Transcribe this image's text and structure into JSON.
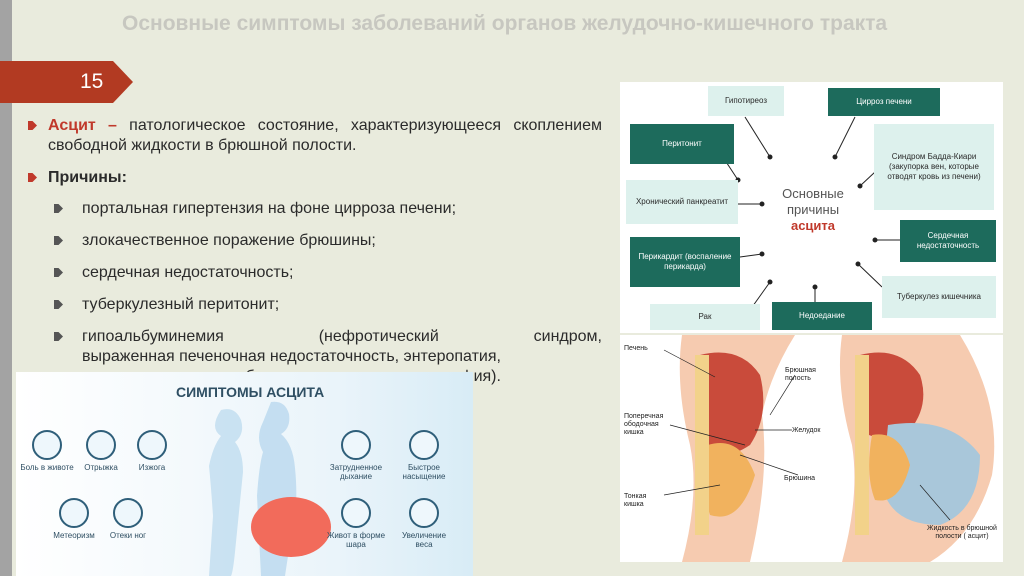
{
  "slide": {
    "title": "Основные симптомы заболеваний органов желудочно-кишечного тракта",
    "number": "15"
  },
  "text": {
    "ascites_term": "Асцит –",
    "ascites_def": " патологическое состояние, характеризующееся скоплением свободной жидкости в брюшной полости.",
    "causes_heading": "Причины:",
    "causes": [
      "портальная гипертензия на фоне цирроза печени;",
      "злокачественное поражение брюшины;",
      "сердечная недостаточность;",
      "туберкулезный перитонит;"
    ],
    "hypo_words": [
      "гипоальбуминемия",
      "(нефротический",
      "синдром,"
    ],
    "hypo_line2": "выраженная печеночная недостаточность, энтеропатия,",
    "hypo_line3": "приводящая к потере белка, алиментарная дистрофия)."
  },
  "symptoms_panel": {
    "title": "СИМПТОМЫ АСЦИТА",
    "items": [
      {
        "label": "Боль в животе",
        "icon": "pain-icon"
      },
      {
        "label": "Отрыжка",
        "icon": "burp-icon"
      },
      {
        "label": "Изжога",
        "icon": "heartburn-icon"
      },
      {
        "label": "Метеоризм",
        "icon": "bloating-icon"
      },
      {
        "label": "Отеки ног",
        "icon": "swollen-legs-icon"
      },
      {
        "label": "Затрудненное дыхание",
        "icon": "breathing-icon"
      },
      {
        "label": "Быстрое насыщение",
        "icon": "satiety-icon"
      },
      {
        "label": "Живот в форме шара",
        "icon": "round-belly-icon"
      },
      {
        "label": "Увеличение веса",
        "icon": "scale-icon"
      }
    ]
  },
  "causes_diagram": {
    "center_line1": "Основные",
    "center_line2": "причины",
    "center_line3": "асцита",
    "boxes": [
      "Гипотиреоз",
      "Цирроз печени",
      "Перитонит",
      "Синдром Бадда-Киари (закупорка вен, которые отводят кровь из печени)",
      "Хронический панкреатит",
      "Сердечная недостаточность",
      "Перикардит (воспаление перикарда)",
      "Туберкулез кишечника",
      "Рак",
      "Недоедание"
    ]
  },
  "anatomy": {
    "labels": [
      "Печень",
      "Брюшная полость",
      "Поперечная ободочная кишка",
      "Желудок",
      "Брюшина",
      "Тонкая кишка",
      "Жидкость в брюшной полости ( асцит)"
    ]
  },
  "colors": {
    "background": "#e9ebdd",
    "badge": "#b23a22",
    "accent_red": "#c0392b",
    "dark_teal": "#1d6b5c",
    "light_teal": "#ddf1ed"
  }
}
